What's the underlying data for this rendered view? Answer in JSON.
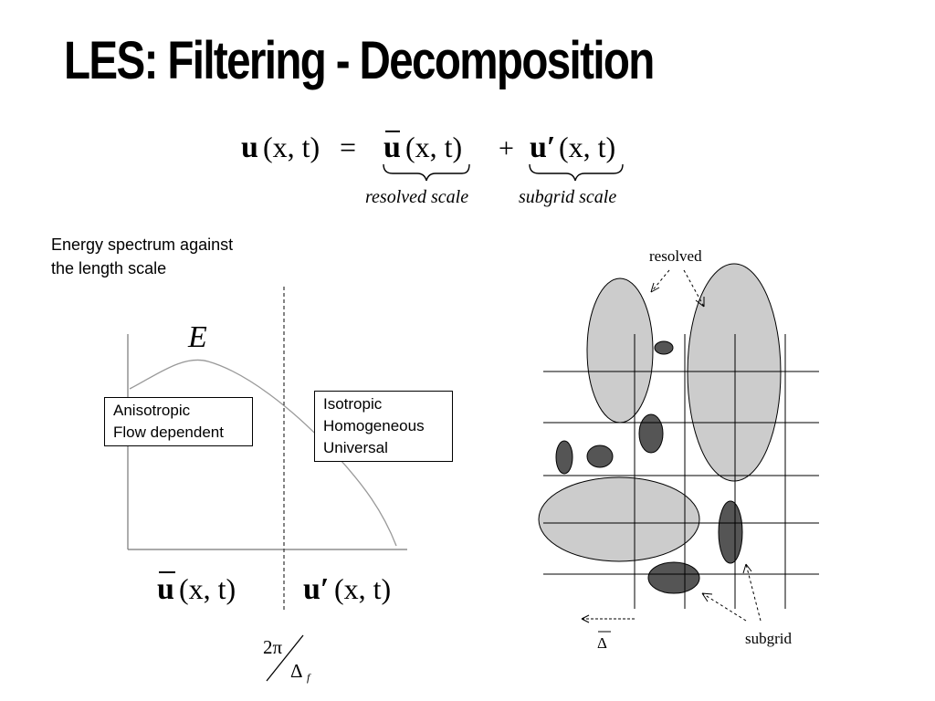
{
  "slide": {
    "title": "LES: Filtering - Decomposition"
  },
  "equation": {
    "lhs_u": "u",
    "lhs_args": "(x, t)",
    "equals": "=",
    "plus": "+",
    "resolved_u": "u",
    "resolved_args": "(x, t)",
    "subgrid_u": "u′",
    "subgrid_args": "(x, t)",
    "resolved_caption": "resolved scale",
    "subgrid_caption": "subgrid scale"
  },
  "spectrum": {
    "caption_line1": "Energy spectrum against",
    "caption_line2": "the length scale",
    "energy_symbol": "E",
    "left_box": [
      "Anisotropic",
      "Flow dependent"
    ],
    "right_box": [
      "Isotropic",
      "Homogeneous",
      "Universal"
    ],
    "left_axis_label_u": "u",
    "left_axis_label_args": "(x, t)",
    "right_axis_label_u": "u′",
    "right_axis_label_args": "(x, t)",
    "cutoff_numerator": "2π",
    "cutoff_denominator": "Δ",
    "cutoff_subscript": "f"
  },
  "grid_diagram": {
    "resolved_label": "resolved",
    "subgrid_label": "subgrid",
    "delta_label": "Δ",
    "colors": {
      "resolved_fill": "#cccccc",
      "subgrid_fill": "#555555",
      "line": "#000000"
    }
  }
}
